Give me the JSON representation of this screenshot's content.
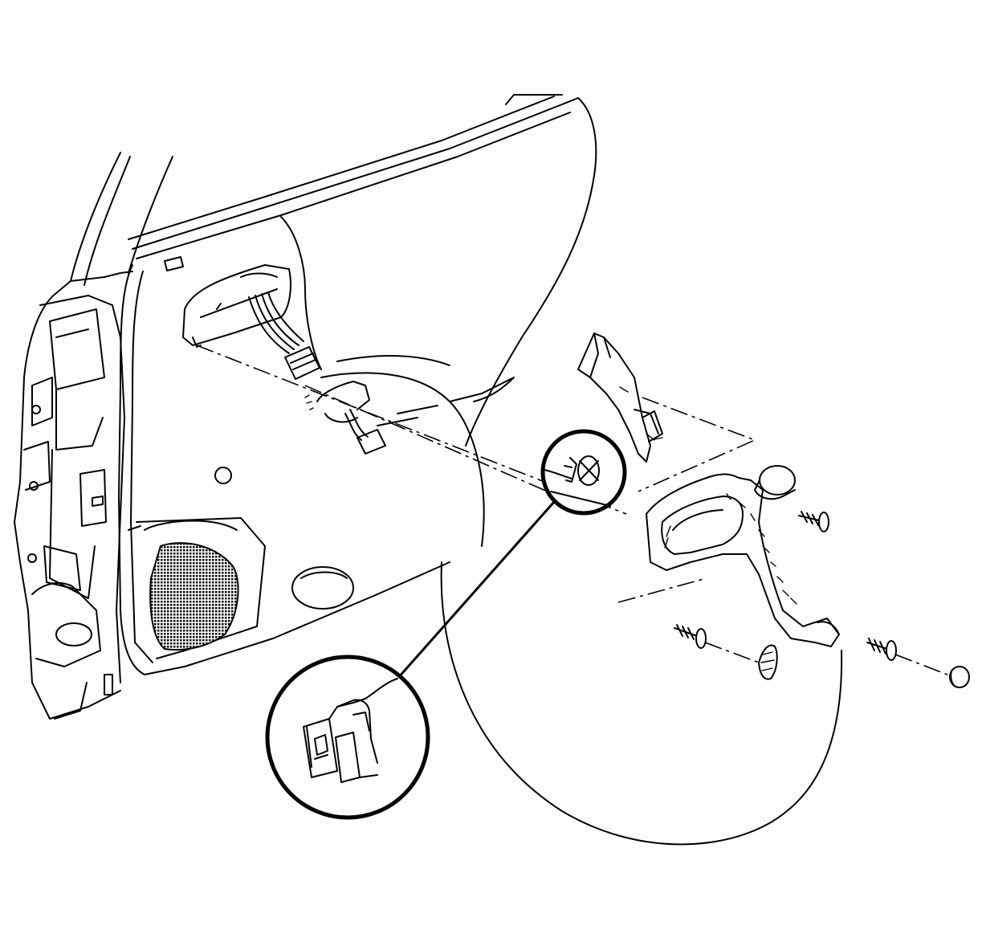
{
  "figure": {
    "components": [
      {
        "name": "door-frame"
      },
      {
        "name": "door-trim-panel"
      },
      {
        "name": "speaker-grille"
      },
      {
        "name": "wiring-connector"
      },
      {
        "name": "pull-handle-bezel"
      },
      {
        "name": "armrest-pull-handle"
      },
      {
        "name": "trim-screw",
        "count": 3
      },
      {
        "name": "screw-cap"
      },
      {
        "name": "push-clip"
      },
      {
        "name": "connector-detail-callout"
      },
      {
        "name": "clip-detail-callout"
      }
    ],
    "colors": {
      "line": "#000000",
      "background": "#ffffff"
    }
  }
}
